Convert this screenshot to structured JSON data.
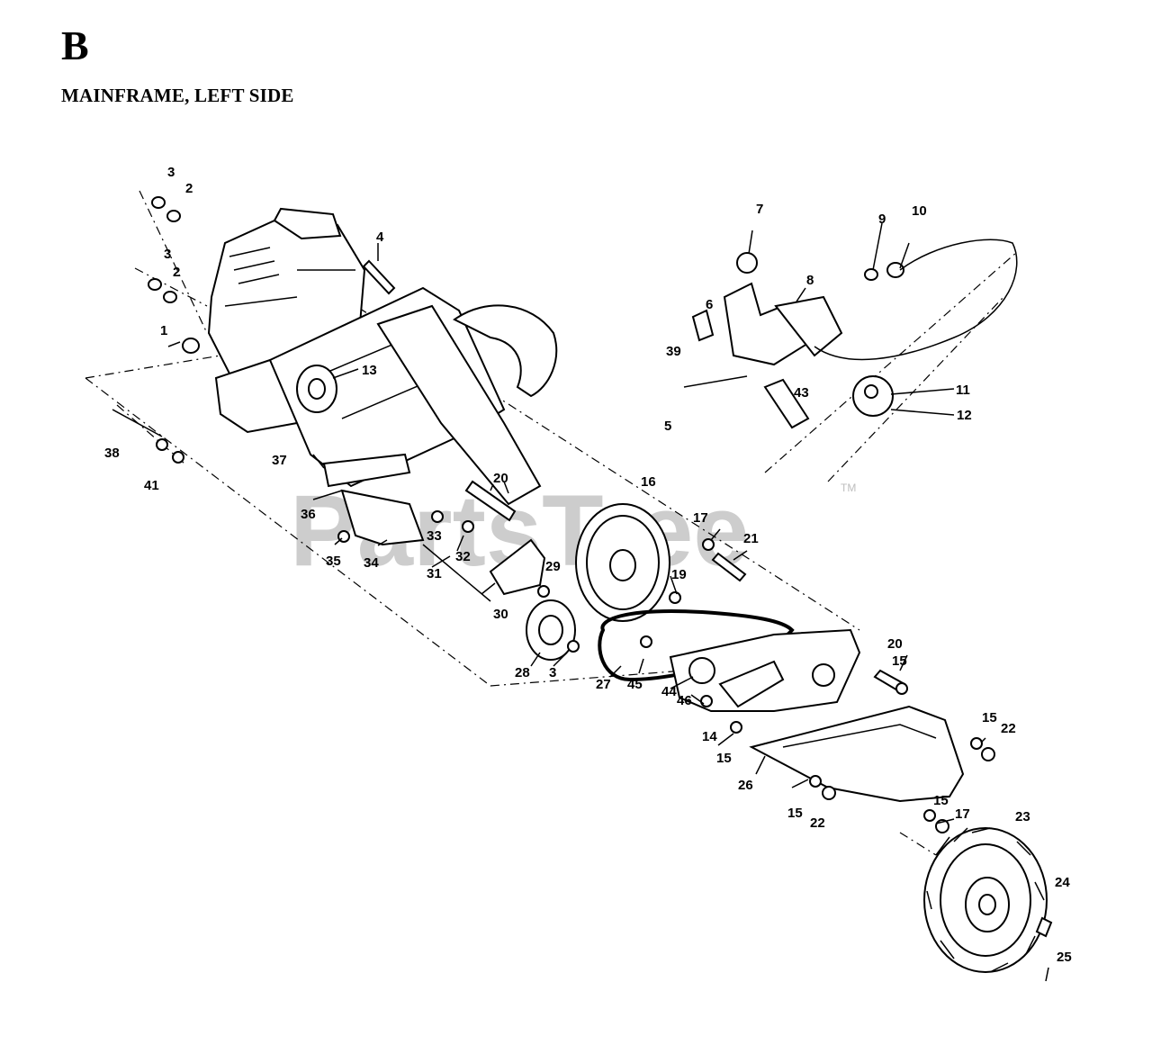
{
  "header": {
    "section_letter": "B",
    "section_title": "MAINFRAME, LEFT SIDE"
  },
  "watermark": {
    "brand": "PartsTree",
    "mark": "TM",
    "color": "#bdbdbd"
  },
  "callouts": [
    "1",
    "2",
    "2",
    "3",
    "3",
    "3",
    "4",
    "5",
    "6",
    "7",
    "8",
    "9",
    "10",
    "11",
    "12",
    "13",
    "14",
    "15",
    "15",
    "15",
    "15",
    "15",
    "16",
    "17",
    "17",
    "19",
    "20",
    "20",
    "21",
    "22",
    "22",
    "23",
    "24",
    "25",
    "26",
    "27",
    "28",
    "29",
    "30",
    "31",
    "32",
    "33",
    "34",
    "35",
    "36",
    "37",
    "38",
    "39",
    "41",
    "43",
    "44",
    "45",
    "46"
  ]
}
